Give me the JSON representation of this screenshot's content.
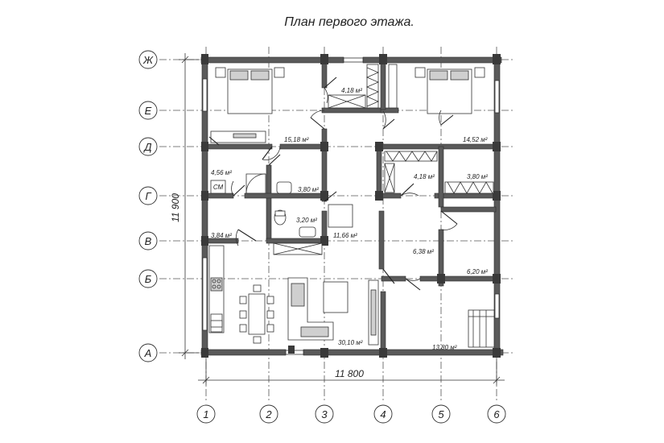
{
  "title": "План первого этажа.",
  "axes_rows": [
    "Ж",
    "Е",
    "Д",
    "Г",
    "В",
    "Б",
    "А"
  ],
  "axes_cols": [
    "1",
    "2",
    "3",
    "4",
    "5",
    "6"
  ],
  "dimensions": {
    "width": "11 800",
    "height": "11 900"
  },
  "rooms": {
    "bedroom_left": "15,18 м²",
    "wardrobe_top": "4,18 м²",
    "bedroom_right": "14,52 м²",
    "laundry": "4,56 м²",
    "appliance_label": "СМ",
    "bath_left": "3,80 м²",
    "wc": "3,20 м²",
    "hall": "11,66 м²",
    "closet_mid": "4,18 м²",
    "bath_right": "3,80 м²",
    "pantry": "3,84 м²",
    "corridor_right": "6,38 м²",
    "storage_right": "6,20 м²",
    "living": "30,10 м²",
    "room_bottom_right": "13,80 м²"
  },
  "colors": {
    "walls": "#5a5a5a",
    "lines": "#333333",
    "background": "#ffffff"
  }
}
